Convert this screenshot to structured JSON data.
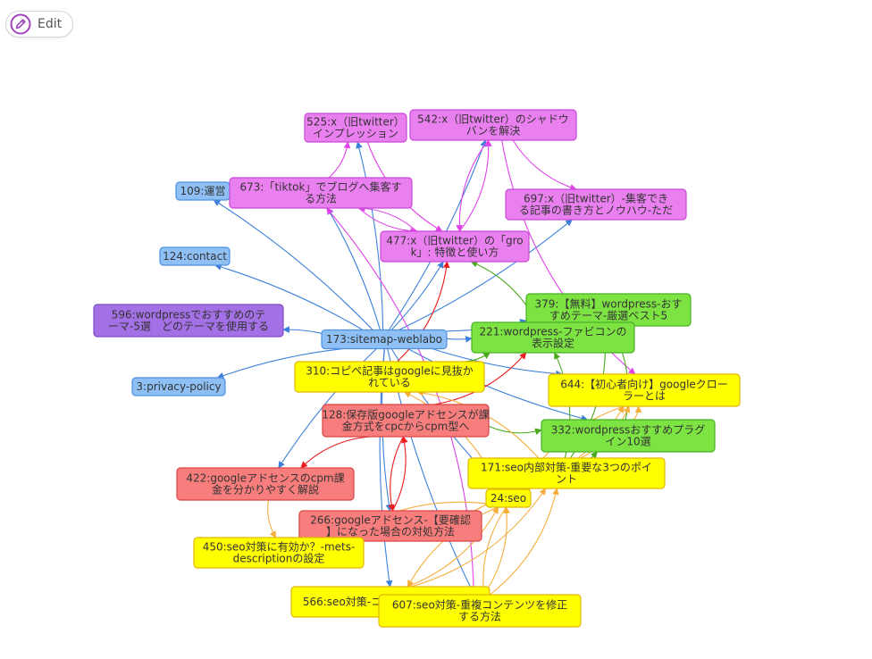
{
  "toolbar": {
    "edit_label": "Edit",
    "edit_icon": "pencil-circle-icon"
  },
  "colors": {
    "blue": "#8ec0f5",
    "blue_border": "#4d8fe0",
    "purple": "#a370e6",
    "purple_border": "#7d4cc4",
    "magenta": "#ea7ff0",
    "magenta_border": "#c84ad6",
    "green": "#7de343",
    "green_border": "#48b125",
    "red": "#f87d7d",
    "red_border": "#d94444",
    "yellow": "#ffff00",
    "yellow_border": "#e0b700",
    "edge_blue": "#3d80db",
    "edge_magenta": "#e042e8",
    "edge_red": "#ec1c1c",
    "edge_green": "#48a91a",
    "edge_orange": "#f6ad3b"
  },
  "nodes": [
    {
      "id": "525",
      "lines": [
        "525:x（旧twitter）",
        "インプレッション"
      ],
      "color": "magenta"
    },
    {
      "id": "542",
      "lines": [
        "542:x（旧twitter）のシャドウ",
        "バンを解決"
      ],
      "color": "magenta"
    },
    {
      "id": "109",
      "lines": [
        "109:運営"
      ],
      "color": "blue"
    },
    {
      "id": "673",
      "lines": [
        "673:「tiktok」でブログへ集客す",
        "る方法"
      ],
      "color": "magenta"
    },
    {
      "id": "697",
      "lines": [
        "697:x（旧twitter）-集客でき",
        "る記事の書き方とノウハウ-ただ"
      ],
      "color": "magenta"
    },
    {
      "id": "124",
      "lines": [
        "124:contact"
      ],
      "color": "blue"
    },
    {
      "id": "477",
      "lines": [
        "477:x（旧twitter）の「gro",
        "k」: 特徴と使い方"
      ],
      "color": "magenta"
    },
    {
      "id": "596",
      "lines": [
        "596:wordpressでおすすめのテ",
        "ーマ-5選　どのテーマを使用する"
      ],
      "color": "purple"
    },
    {
      "id": "379",
      "lines": [
        "379:【無料】wordpress-おす",
        "すめテーマ-厳選ベスト5"
      ],
      "color": "green"
    },
    {
      "id": "173",
      "lines": [
        "173:sitemap-weblabo"
      ],
      "color": "blue"
    },
    {
      "id": "221",
      "lines": [
        "221:wordpress-ファビコンの",
        "表示設定"
      ],
      "color": "green"
    },
    {
      "id": "3",
      "lines": [
        "3:privacy-policy"
      ],
      "color": "blue"
    },
    {
      "id": "310",
      "lines": [
        "310:コピペ記事はgoogleに見抜か",
        "れている"
      ],
      "color": "yellow"
    },
    {
      "id": "644",
      "lines": [
        "644:【初心者向け】googleクロー",
        "ラーとは"
      ],
      "color": "yellow"
    },
    {
      "id": "128",
      "lines": [
        "128:保存版googleアドセンスが課",
        "金方式をcpcからcpm型へ"
      ],
      "color": "red"
    },
    {
      "id": "332",
      "lines": [
        "332:wordpressおすすめプラグ",
        "イン10選"
      ],
      "color": "green"
    },
    {
      "id": "171",
      "lines": [
        "171:seo内部対策-重要な3つのポイ",
        "ント"
      ],
      "color": "yellow"
    },
    {
      "id": "422",
      "lines": [
        "422:googleアドセンスのcpm課",
        "金を分かりやすく解説"
      ],
      "color": "red"
    },
    {
      "id": "24",
      "lines": [
        "24:seo"
      ],
      "color": "yellow"
    },
    {
      "id": "266",
      "lines": [
        "266:googleアドセンス-【要確認",
        "】になった場合の対処方法"
      ],
      "color": "red"
    },
    {
      "id": "450",
      "lines": [
        "450:seo対策に有効か？-mets-",
        "descriptionの設定"
      ],
      "color": "yellow"
    },
    {
      "id": "566",
      "lines": [
        "566:seo対策-コンテンツの最適化と"
      ],
      "color": "yellow"
    },
    {
      "id": "607",
      "lines": [
        "607:seo対策-重複コンテンツを修正",
        "する方法"
      ],
      "color": "yellow"
    }
  ],
  "edges": [
    {
      "from": "173",
      "to": "109",
      "color": "edge_blue"
    },
    {
      "from": "173",
      "to": "124",
      "color": "edge_blue"
    },
    {
      "from": "173",
      "to": "596",
      "color": "edge_blue"
    },
    {
      "from": "173",
      "to": "3",
      "color": "edge_blue"
    },
    {
      "from": "173",
      "to": "525",
      "color": "edge_blue"
    },
    {
      "from": "173",
      "to": "542",
      "color": "edge_blue"
    },
    {
      "from": "173",
      "to": "673",
      "color": "edge_blue"
    },
    {
      "from": "173",
      "to": "477",
      "color": "edge_blue"
    },
    {
      "from": "173",
      "to": "697",
      "color": "edge_blue"
    },
    {
      "from": "173",
      "to": "379",
      "color": "edge_blue"
    },
    {
      "from": "173",
      "to": "221",
      "color": "edge_blue"
    },
    {
      "from": "173",
      "to": "644",
      "color": "edge_blue"
    },
    {
      "from": "173",
      "to": "332",
      "color": "edge_blue"
    },
    {
      "from": "173",
      "to": "422",
      "color": "edge_blue"
    },
    {
      "from": "173",
      "to": "266",
      "color": "edge_blue"
    },
    {
      "from": "173",
      "to": "566",
      "color": "edge_blue"
    },
    {
      "from": "173",
      "to": "607",
      "color": "edge_blue"
    },
    {
      "from": "173",
      "to": "24",
      "color": "edge_blue"
    },
    {
      "from": "673",
      "to": "477",
      "color": "edge_magenta"
    },
    {
      "from": "673",
      "to": "525",
      "color": "edge_magenta"
    },
    {
      "from": "525",
      "to": "477",
      "color": "edge_magenta"
    },
    {
      "from": "542",
      "to": "477",
      "color": "edge_magenta"
    },
    {
      "from": "477",
      "to": "542",
      "color": "edge_magenta"
    },
    {
      "from": "542",
      "to": "697",
      "color": "edge_magenta"
    },
    {
      "from": "542",
      "to": "644",
      "color": "edge_magenta"
    },
    {
      "from": "477",
      "to": "673",
      "color": "edge_magenta"
    },
    {
      "from": "607",
      "to": "673",
      "color": "edge_magenta"
    },
    {
      "from": "128",
      "to": "422",
      "color": "edge_red"
    },
    {
      "from": "128",
      "to": "266",
      "color": "edge_red"
    },
    {
      "from": "266",
      "to": "128",
      "color": "edge_red"
    },
    {
      "from": "310",
      "to": "477",
      "color": "edge_red"
    },
    {
      "from": "128",
      "to": "221",
      "color": "edge_red"
    },
    {
      "from": "221",
      "to": "477",
      "color": "edge_green"
    },
    {
      "from": "332",
      "to": "379",
      "color": "edge_green"
    },
    {
      "from": "171",
      "to": "221",
      "color": "edge_green"
    },
    {
      "from": "310",
      "to": "221",
      "color": "edge_green"
    },
    {
      "from": "24",
      "to": "332",
      "color": "edge_green"
    },
    {
      "from": "128",
      "to": "332",
      "color": "edge_green"
    },
    {
      "from": "171",
      "to": "379",
      "color": "edge_green"
    },
    {
      "from": "24",
      "to": "450",
      "color": "edge_orange"
    },
    {
      "from": "24",
      "to": "566",
      "color": "edge_orange"
    },
    {
      "from": "24",
      "to": "607",
      "color": "edge_orange"
    },
    {
      "from": "607",
      "to": "24",
      "color": "edge_orange"
    },
    {
      "from": "566",
      "to": "24",
      "color": "edge_orange"
    },
    {
      "from": "171",
      "to": "644",
      "color": "edge_orange"
    },
    {
      "from": "171",
      "to": "24",
      "color": "edge_orange"
    },
    {
      "from": "644",
      "to": "24",
      "color": "edge_orange"
    },
    {
      "from": "450",
      "to": "171",
      "color": "edge_orange"
    },
    {
      "from": "607",
      "to": "171",
      "color": "edge_orange"
    },
    {
      "from": "566",
      "to": "171",
      "color": "edge_orange"
    },
    {
      "from": "24",
      "to": "310",
      "color": "edge_orange"
    },
    {
      "from": "171",
      "to": "310",
      "color": "edge_orange"
    },
    {
      "from": "332",
      "to": "644",
      "color": "edge_orange"
    },
    {
      "from": "24",
      "to": "644",
      "color": "edge_orange"
    },
    {
      "from": "607",
      "to": "566",
      "color": "edge_orange"
    },
    {
      "from": "422",
      "to": "450",
      "color": "edge_orange"
    }
  ]
}
